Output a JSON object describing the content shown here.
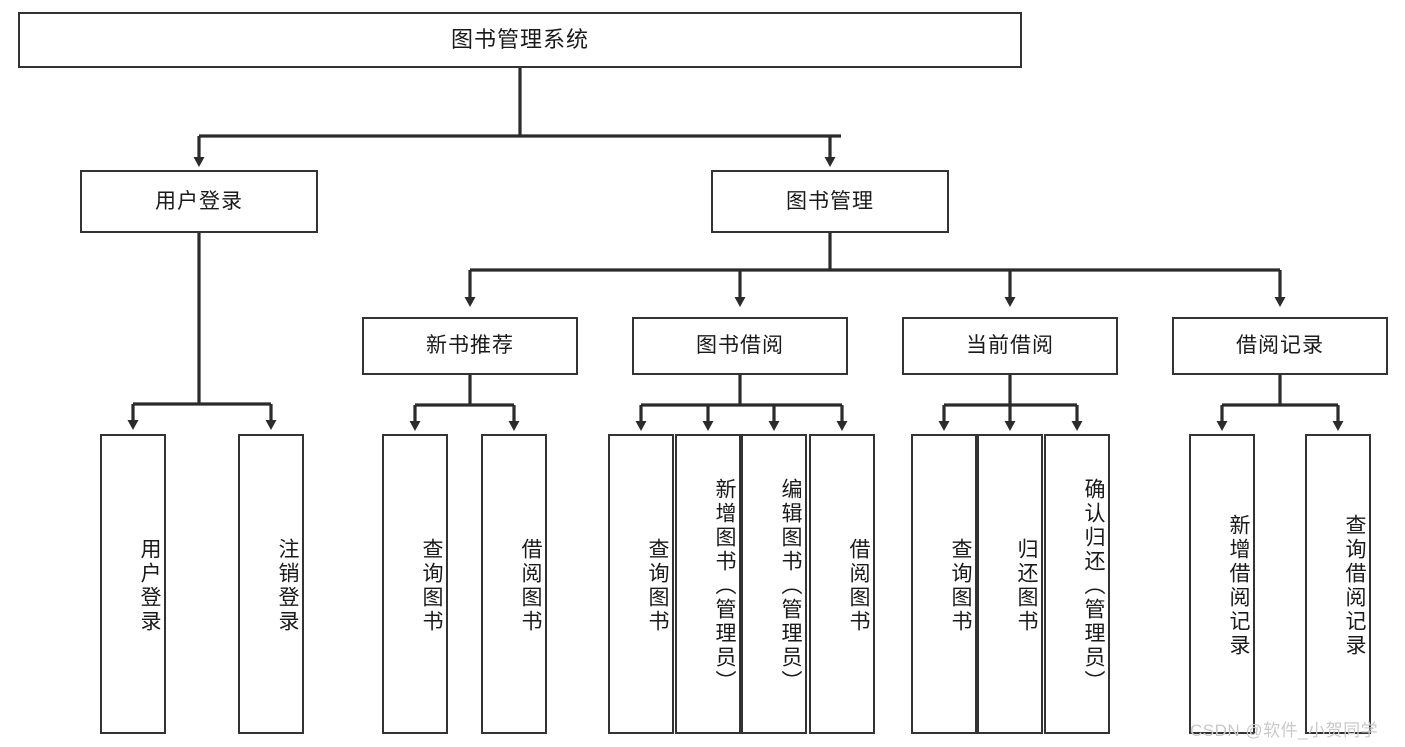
{
  "diagram": {
    "title": "图书管理系统",
    "type": "hierarchy-tree",
    "root": {
      "label": "图书管理系统"
    },
    "level2": [
      {
        "label": "用户登录"
      },
      {
        "label": "图书管理"
      }
    ],
    "level3": [
      {
        "label": "新书推荐"
      },
      {
        "label": "图书借阅"
      },
      {
        "label": "当前借阅"
      },
      {
        "label": "借阅记录"
      }
    ],
    "leaves": {
      "user_login": [
        {
          "label": "用户登录"
        },
        {
          "label": "注销登录"
        }
      ],
      "new_book_recommend": [
        {
          "label": "查询图书"
        },
        {
          "label": "借阅图书"
        }
      ],
      "book_borrow": [
        {
          "label": "查询图书"
        },
        {
          "label": "新增图书（管理员）"
        },
        {
          "label": "编辑图书（管理员）"
        },
        {
          "label": "借阅图书"
        }
      ],
      "current_borrow": [
        {
          "label": "查询图书"
        },
        {
          "label": "归还图书"
        },
        {
          "label": "确认归还（管理员）"
        }
      ],
      "borrow_record": [
        {
          "label": "新增借阅记录"
        },
        {
          "label": "查询借阅记录"
        }
      ]
    }
  },
  "watermark": {
    "text": "CSDN @软件_小贺同学"
  },
  "colors": {
    "box_border": "#333333",
    "box_fill": "#ffffff",
    "line": "#2b2b2b",
    "text": "#1a1a1a",
    "watermark": "#c9c9c9"
  }
}
